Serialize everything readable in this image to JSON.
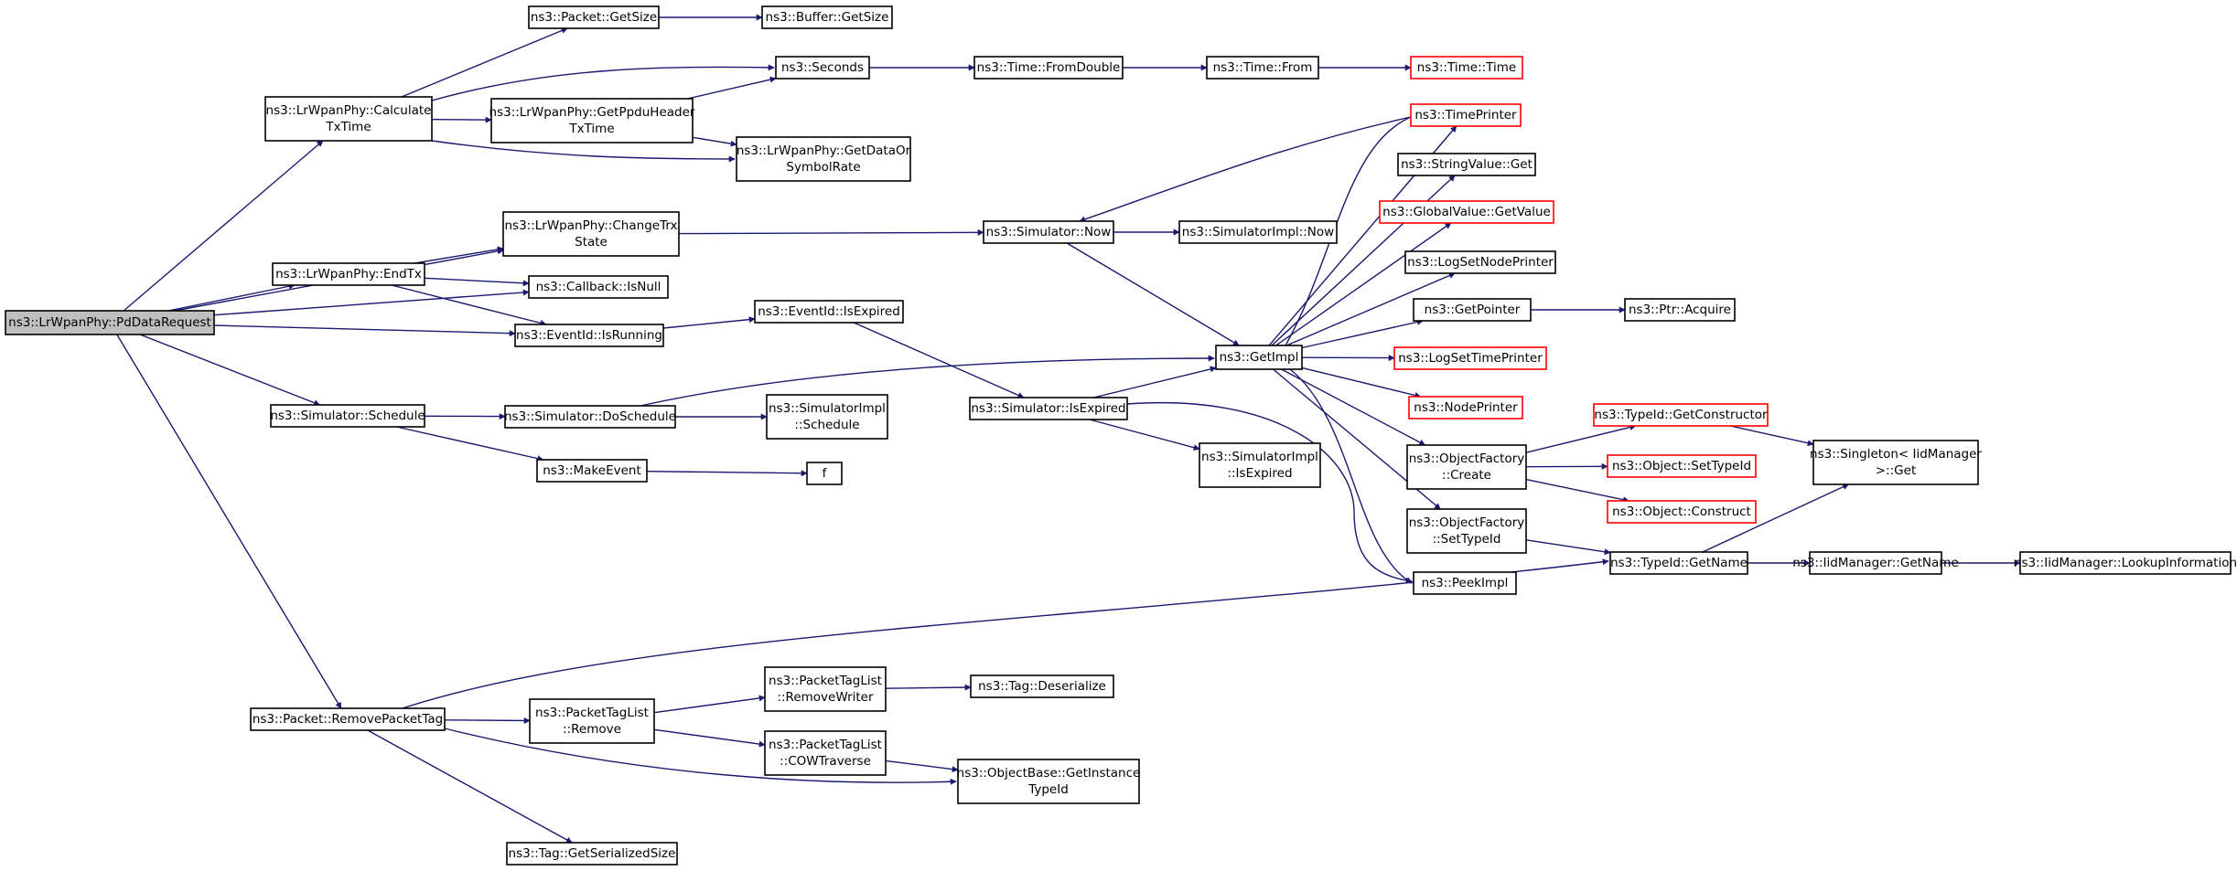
{
  "colors": {
    "edge": "#191970",
    "normal_border": "#000000",
    "truncated_border": "#ff0000",
    "root_fill": "#bfbfbf",
    "node_fill": "#ffffff"
  },
  "nodes": [
    {
      "id": "pd",
      "lines": [
        "ns3::LrWpanPhy::PdDataRequest"
      ],
      "kind": "root"
    },
    {
      "id": "calc",
      "lines": [
        "ns3::LrWpanPhy::Calculate",
        "TxTime"
      ],
      "kind": "normal"
    },
    {
      "id": "getsize",
      "lines": [
        "ns3::Packet::GetSize"
      ],
      "kind": "normal"
    },
    {
      "id": "bufsize",
      "lines": [
        "ns3::Buffer::GetSize"
      ],
      "kind": "normal"
    },
    {
      "id": "seconds",
      "lines": [
        "ns3::Seconds"
      ],
      "kind": "normal"
    },
    {
      "id": "fromdouble",
      "lines": [
        "ns3::Time::FromDouble"
      ],
      "kind": "normal"
    },
    {
      "id": "from",
      "lines": [
        "ns3::Time::From"
      ],
      "kind": "normal"
    },
    {
      "id": "time",
      "lines": [
        "ns3::Time::Time"
      ],
      "kind": "truncated"
    },
    {
      "id": "ppdu",
      "lines": [
        "ns3::LrWpanPhy::GetPpduHeader",
        "TxTime"
      ],
      "kind": "normal"
    },
    {
      "id": "datarate",
      "lines": [
        "ns3::LrWpanPhy::GetDataOr",
        "SymbolRate"
      ],
      "kind": "normal"
    },
    {
      "id": "changetrx",
      "lines": [
        "ns3::LrWpanPhy::ChangeTrx",
        "State"
      ],
      "kind": "normal"
    },
    {
      "id": "endtx",
      "lines": [
        "ns3::LrWpanPhy::EndTx"
      ],
      "kind": "normal"
    },
    {
      "id": "isnull",
      "lines": [
        "ns3::Callback::IsNull"
      ],
      "kind": "normal"
    },
    {
      "id": "isrunning",
      "lines": [
        "ns3::EventId::IsRunning"
      ],
      "kind": "normal"
    },
    {
      "id": "evexpired",
      "lines": [
        "ns3::EventId::IsExpired"
      ],
      "kind": "normal"
    },
    {
      "id": "simnow",
      "lines": [
        "ns3::Simulator::Now"
      ],
      "kind": "normal"
    },
    {
      "id": "implnow",
      "lines": [
        "ns3::SimulatorImpl::Now"
      ],
      "kind": "normal"
    },
    {
      "id": "sched",
      "lines": [
        "ns3::Simulator::Schedule"
      ],
      "kind": "normal"
    },
    {
      "id": "dosched",
      "lines": [
        "ns3::Simulator::DoSchedule"
      ],
      "kind": "normal"
    },
    {
      "id": "implsched",
      "lines": [
        "ns3::SimulatorImpl",
        "::Schedule"
      ],
      "kind": "normal"
    },
    {
      "id": "makeevent",
      "lines": [
        "ns3::MakeEvent"
      ],
      "kind": "normal"
    },
    {
      "id": "f",
      "lines": [
        "f"
      ],
      "kind": "normal"
    },
    {
      "id": "simexpired",
      "lines": [
        "ns3::Simulator::IsExpired"
      ],
      "kind": "normal"
    },
    {
      "id": "implexpired",
      "lines": [
        "ns3::SimulatorImpl",
        "::IsExpired"
      ],
      "kind": "normal"
    },
    {
      "id": "getimpl",
      "lines": [
        "ns3::GetImpl"
      ],
      "kind": "normal"
    },
    {
      "id": "timeprinter",
      "lines": [
        "ns3::TimePrinter"
      ],
      "kind": "truncated"
    },
    {
      "id": "stringget",
      "lines": [
        "ns3::StringValue::Get"
      ],
      "kind": "normal"
    },
    {
      "id": "globalget",
      "lines": [
        "ns3::GlobalValue::GetValue"
      ],
      "kind": "truncated"
    },
    {
      "id": "lognode",
      "lines": [
        "ns3::LogSetNodePrinter"
      ],
      "kind": "normal"
    },
    {
      "id": "getpointer",
      "lines": [
        "ns3::GetPointer"
      ],
      "kind": "normal"
    },
    {
      "id": "ptracquire",
      "lines": [
        "ns3::Ptr::Acquire"
      ],
      "kind": "normal"
    },
    {
      "id": "logtime",
      "lines": [
        "ns3::LogSetTimePrinter"
      ],
      "kind": "truncated"
    },
    {
      "id": "nodeprinter",
      "lines": [
        "ns3::NodePrinter"
      ],
      "kind": "truncated"
    },
    {
      "id": "ofcreate",
      "lines": [
        "ns3::ObjectFactory",
        "::Create"
      ],
      "kind": "normal"
    },
    {
      "id": "ofsettid",
      "lines": [
        "ns3::ObjectFactory",
        "::SetTypeId"
      ],
      "kind": "normal"
    },
    {
      "id": "peekimpl",
      "lines": [
        "ns3::PeekImpl"
      ],
      "kind": "normal"
    },
    {
      "id": "getctor",
      "lines": [
        "ns3::TypeId::GetConstructor"
      ],
      "kind": "truncated"
    },
    {
      "id": "objsettid",
      "lines": [
        "ns3::Object::SetTypeId"
      ],
      "kind": "truncated"
    },
    {
      "id": "objconstruct",
      "lines": [
        "ns3::Object::Construct"
      ],
      "kind": "truncated"
    },
    {
      "id": "singleton",
      "lines": [
        "ns3::Singleton< IidManager",
        " >::Get"
      ],
      "kind": "normal"
    },
    {
      "id": "tidname",
      "lines": [
        "ns3::TypeId::GetName"
      ],
      "kind": "normal"
    },
    {
      "id": "iidname",
      "lines": [
        "ns3::IidManager::GetName"
      ],
      "kind": "normal"
    },
    {
      "id": "lookup",
      "lines": [
        "ns3::IidManager::LookupInformation"
      ],
      "kind": "normal"
    },
    {
      "id": "rmtag",
      "lines": [
        "ns3::Packet::RemovePacketTag"
      ],
      "kind": "normal"
    },
    {
      "id": "ptlremove",
      "lines": [
        "ns3::PacketTagList",
        "::Remove"
      ],
      "kind": "normal"
    },
    {
      "id": "removewriter",
      "lines": [
        "ns3::PacketTagList",
        "::RemoveWriter"
      ],
      "kind": "normal"
    },
    {
      "id": "tagdeser",
      "lines": [
        "ns3::Tag::Deserialize"
      ],
      "kind": "normal"
    },
    {
      "id": "cow",
      "lines": [
        "ns3::PacketTagList",
        "::COWTraverse"
      ],
      "kind": "normal"
    },
    {
      "id": "instancetid",
      "lines": [
        "ns3::ObjectBase::GetInstance",
        "TypeId"
      ],
      "kind": "normal"
    },
    {
      "id": "serialsize",
      "lines": [
        "ns3::Tag::GetSerializedSize"
      ],
      "kind": "normal"
    }
  ]
}
